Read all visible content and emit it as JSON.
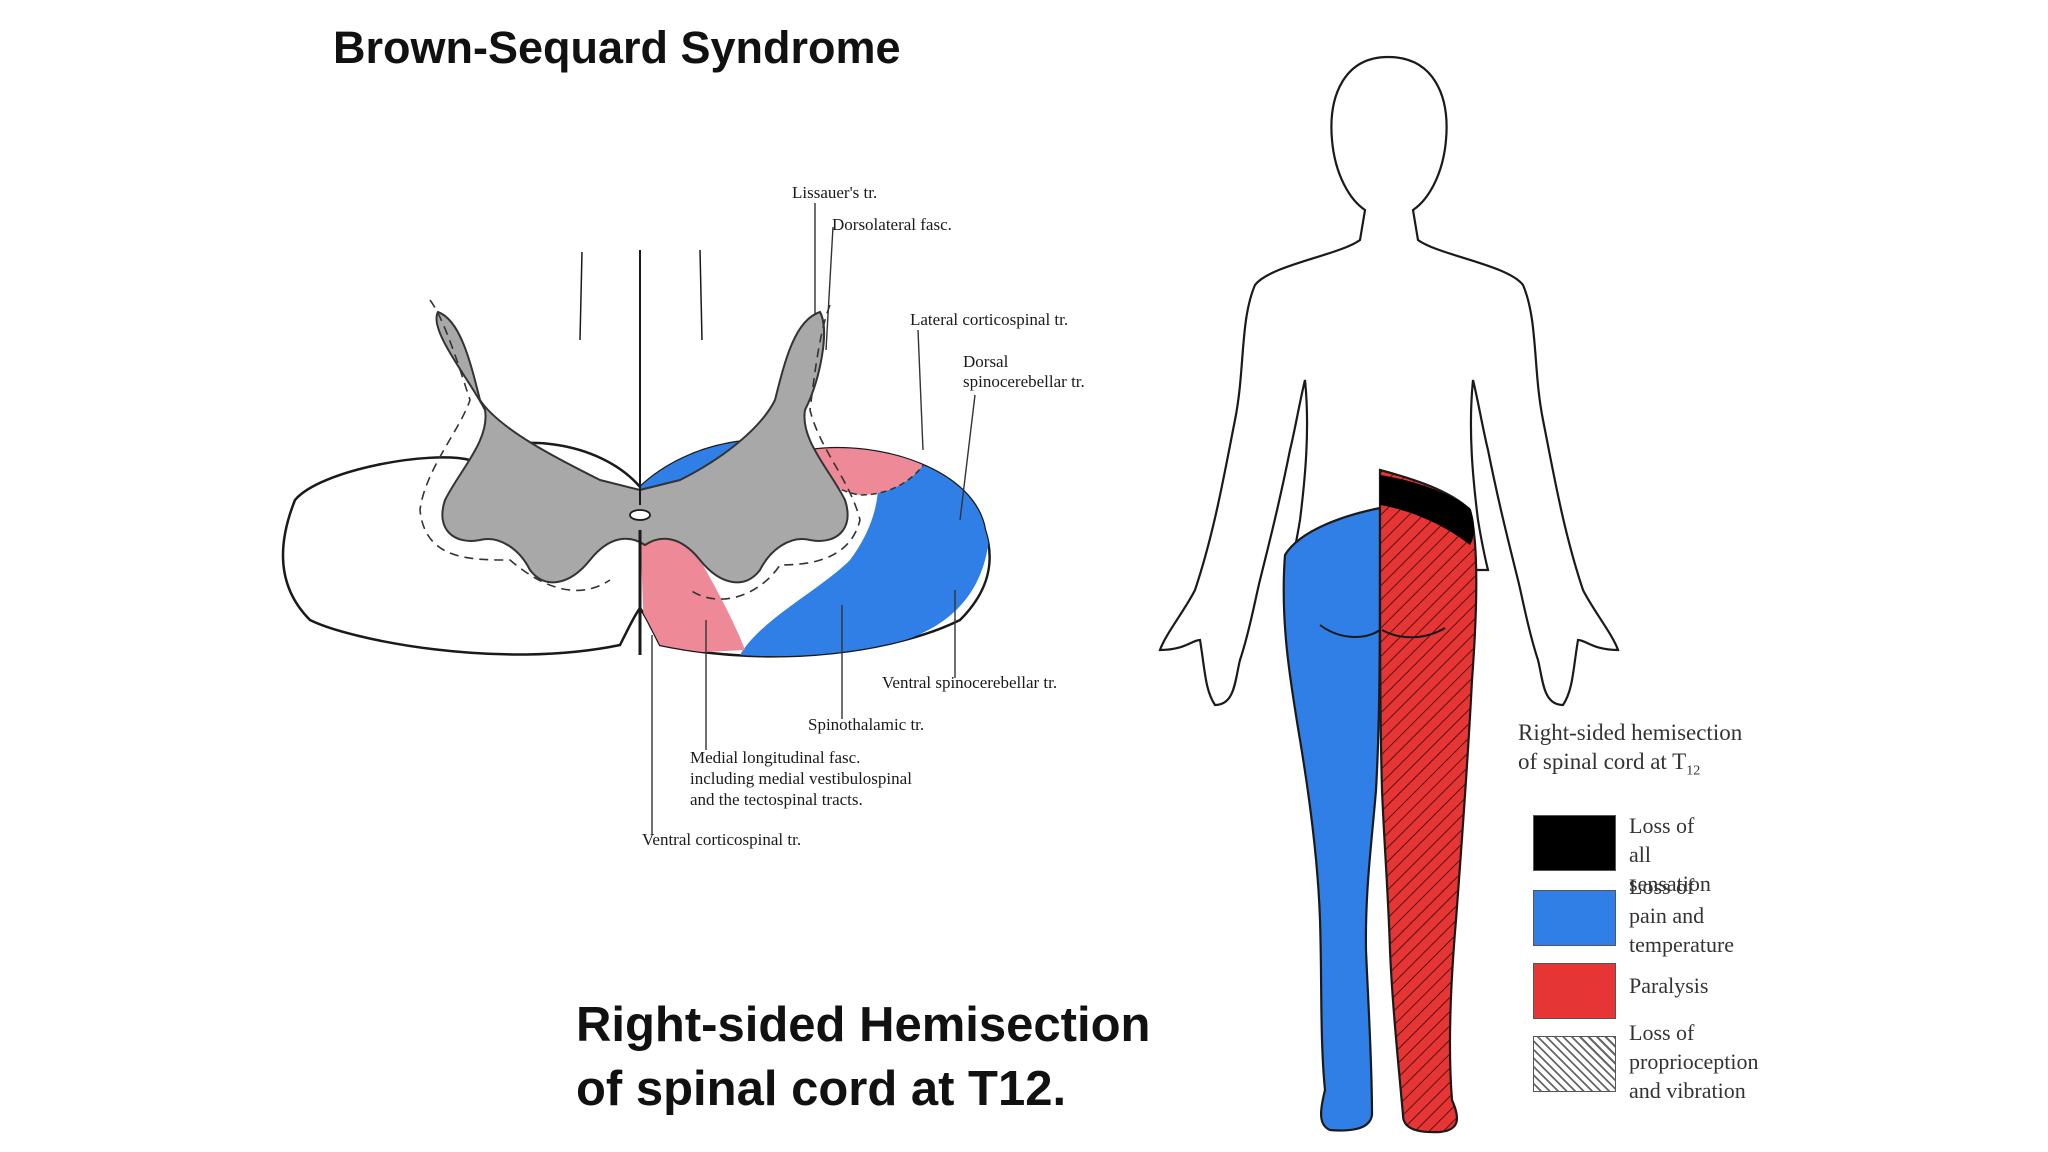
{
  "title": "Brown-Sequard Syndrome",
  "caption": {
    "line1": "Right-sided Hemisection",
    "line2": "of spinal cord at T12."
  },
  "cord_labels": {
    "lissauer": "Lissauer's tr.",
    "dorsolateral": "Dorsolateral fasc.",
    "lateral_corticospinal": "Lateral corticospinal  tr.",
    "dorsal_spinocerebellar_1": "Dorsal",
    "dorsal_spinocerebellar_2": "spinocerebellar tr.",
    "ventral_spinocerebellar": "Ventral spinocerebellar tr.",
    "spinothalamic": "Spinothalamic tr.",
    "medial_longitudinal_1": "Medial longitudinal fasc.",
    "medial_longitudinal_2": "including medial vestibulospinal",
    "medial_longitudinal_3": "and the tectospinal tracts.",
    "ventral_corticospinal": "Ventral corticospinal tr."
  },
  "legend": {
    "title_line1": "Right-sided hemisection",
    "title_line2": "of spinal cord at T",
    "title_subscript": "12",
    "items": [
      {
        "lines": [
          "Loss of all",
          "sensation"
        ],
        "color": "#000000",
        "icon": "solid-black-swatch"
      },
      {
        "lines": [
          "Loss of",
          "pain and",
          "temperature"
        ],
        "color": "#2f7fe6",
        "icon": "solid-blue-swatch"
      },
      {
        "lines": [
          "Paralysis"
        ],
        "color": "#e53535",
        "icon": "solid-red-swatch"
      },
      {
        "lines": [
          "Loss of",
          "proprioception",
          "and vibration"
        ],
        "color": "#ffffff",
        "icon": "hatched-swatch"
      }
    ]
  },
  "colors": {
    "pain_temperature_loss": "#2f7fe6",
    "tract_pink": "#ee8a98",
    "gray_matter": "#a8a8a8",
    "paralysis_red": "#e53535",
    "all_sensation_black": "#000000"
  }
}
